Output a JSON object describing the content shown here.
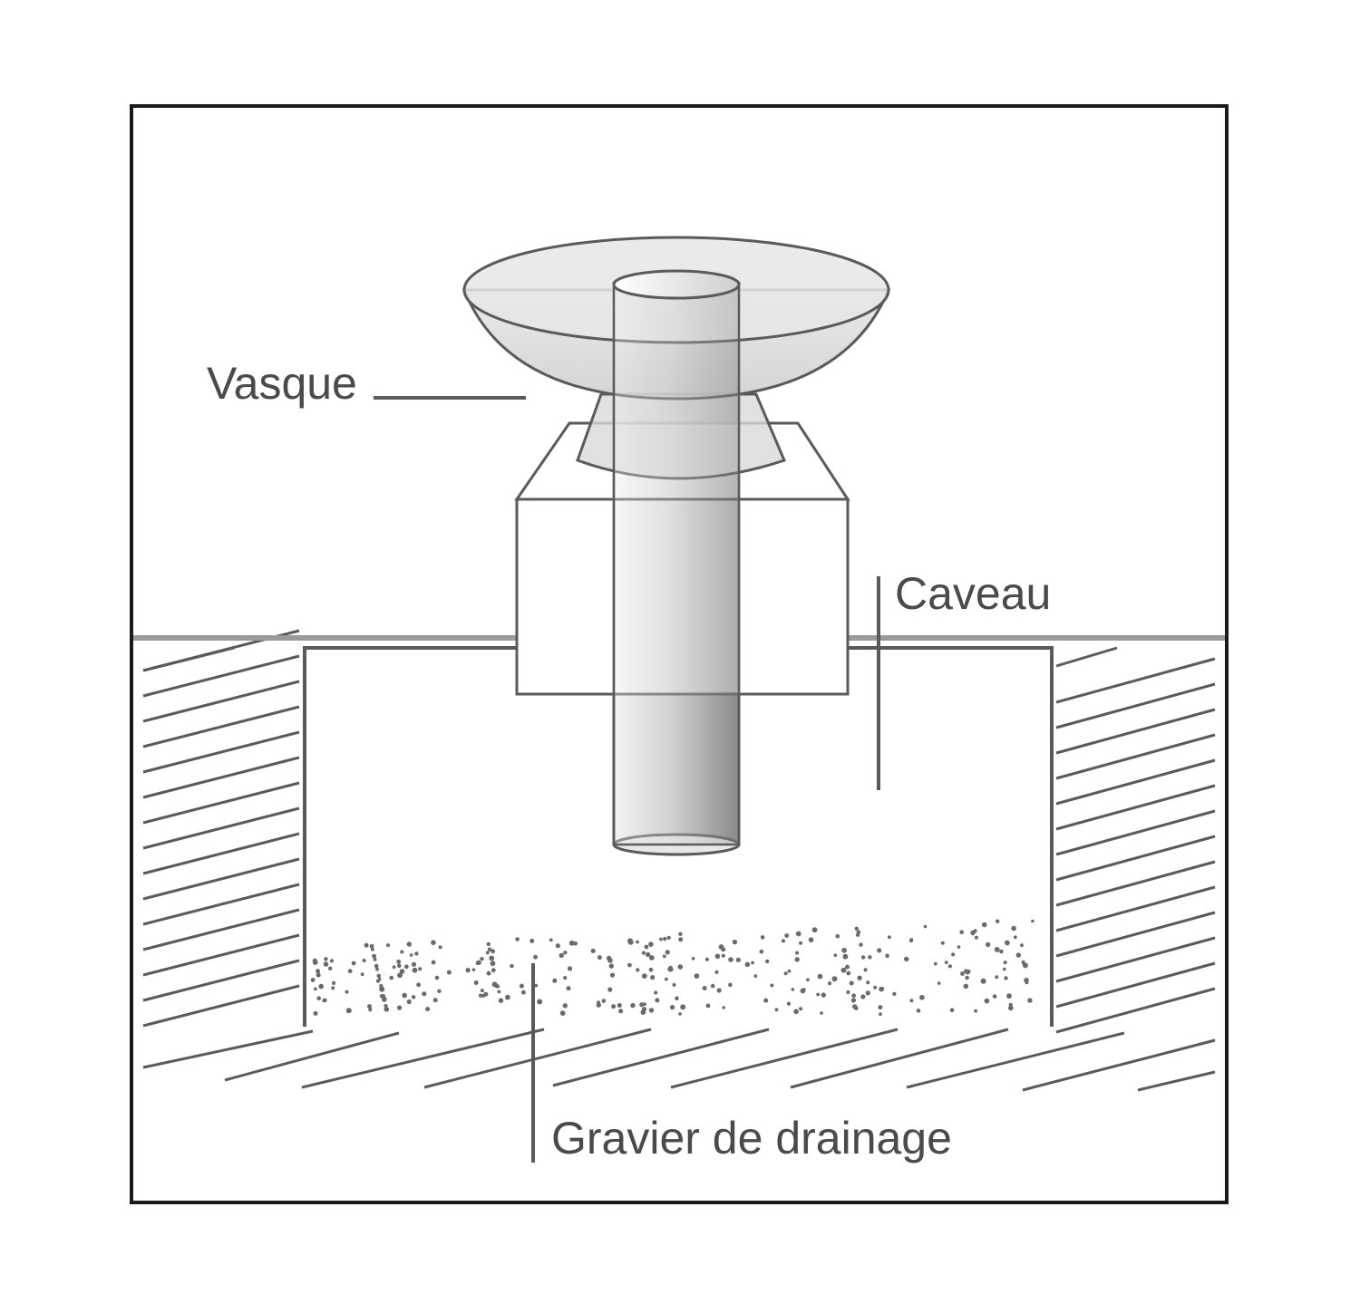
{
  "labels": {
    "vasque": "Vasque",
    "caveau": "Caveau",
    "gravier": "Gravier de drainage"
  },
  "colors": {
    "frame": "#1a1a1a",
    "line": "#5a5a5c",
    "ground": "#9a9a9c",
    "text": "#4a4a4c",
    "basin_fill": "#d9d9d9",
    "gravel_dot": "#6a6a6c"
  }
}
